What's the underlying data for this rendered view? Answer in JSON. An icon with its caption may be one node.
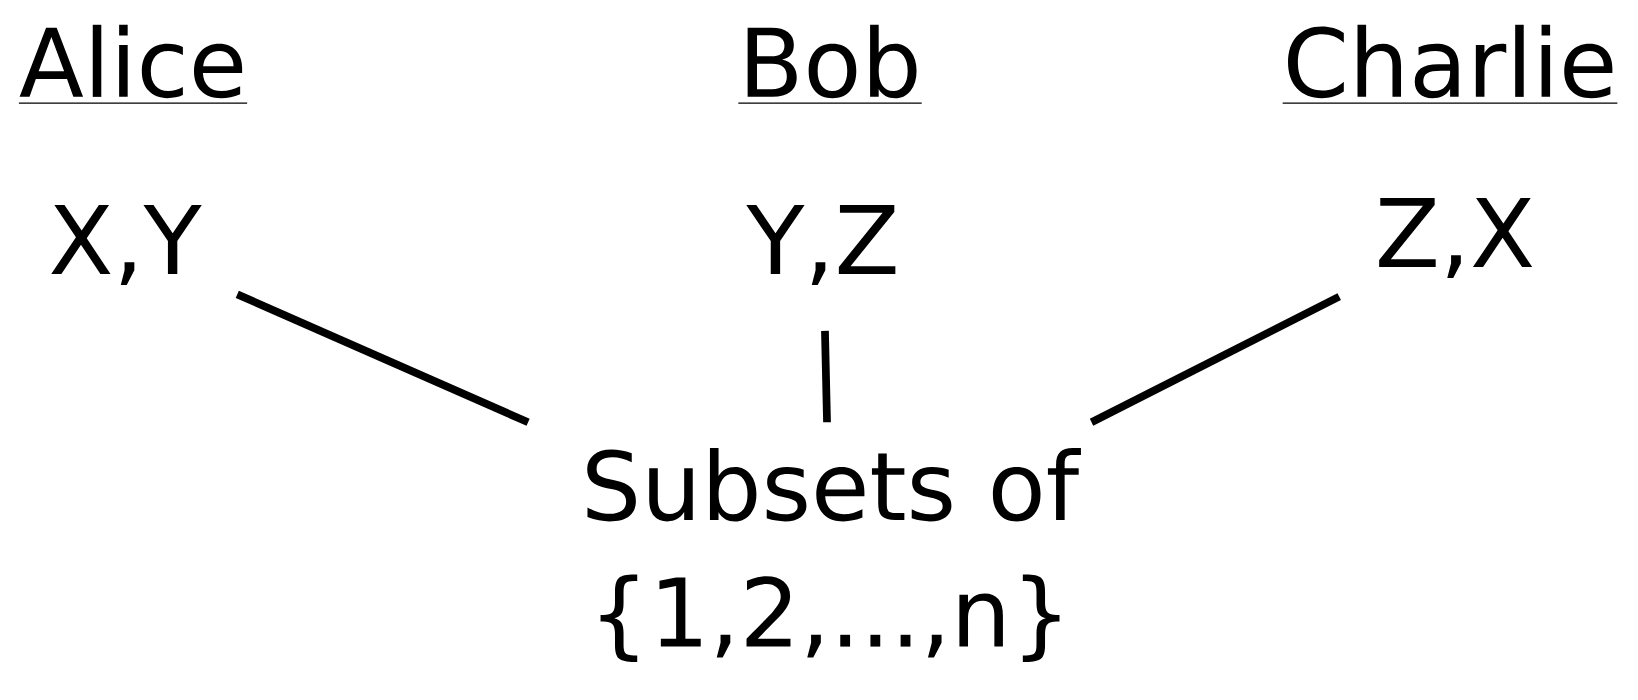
{
  "diagram": {
    "nodes": [
      {
        "text": [
          "X,Y"
        ]
      },
      {
        "text": [
          "Y,Z"
        ]
      },
      {
        "text": [
          "Z,X"
        ]
      },
      {
        "text": [
          "Subsets of {1,2,...,n}"
        ]
      }
    ],
    "edges": [
      {
        "from": 0,
        "to": 3,
        "arrow": "none"
      },
      {
        "from": 1,
        "to": 3,
        "arrow": "none"
      },
      {
        "from": 2,
        "to": 3,
        "arrow": "none"
      }
    ],
    "labels": [
      "Alice",
      "Bob",
      "Charlie"
    ]
  }
}
